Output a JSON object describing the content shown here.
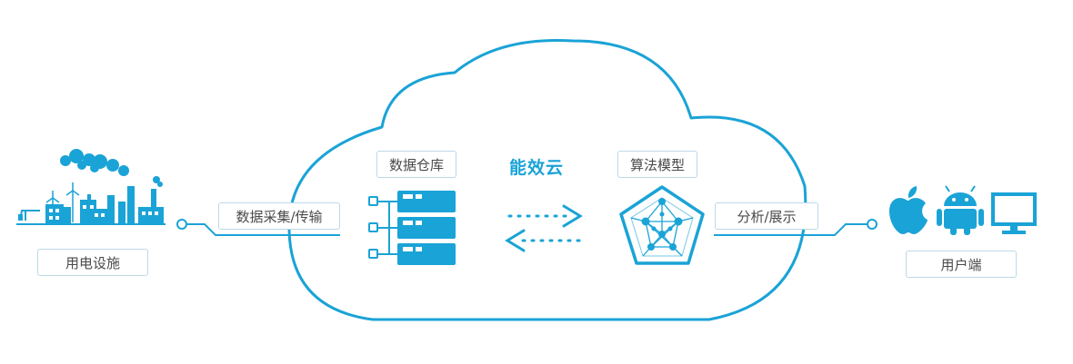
{
  "colors": {
    "primary": "#1aa3d6",
    "box_border": "#bcd9e6",
    "text": "#4a4a4a"
  },
  "cloud_title": "能效云",
  "source": {
    "label": "用电设施",
    "icon": "factory-icon"
  },
  "input_link": {
    "label": "数据采集/传输"
  },
  "warehouse": {
    "label": "数据仓库",
    "icon": "database-stack-icon"
  },
  "exchange": {
    "forward_icon": "arrow-right-icon",
    "backward_icon": "arrow-left-icon"
  },
  "model": {
    "label": "算法模型",
    "icon": "network-pentagon-icon"
  },
  "output_link": {
    "label": "分析/展示"
  },
  "client": {
    "label": "用户端",
    "icons": [
      "apple-icon",
      "android-icon",
      "monitor-icon"
    ]
  }
}
